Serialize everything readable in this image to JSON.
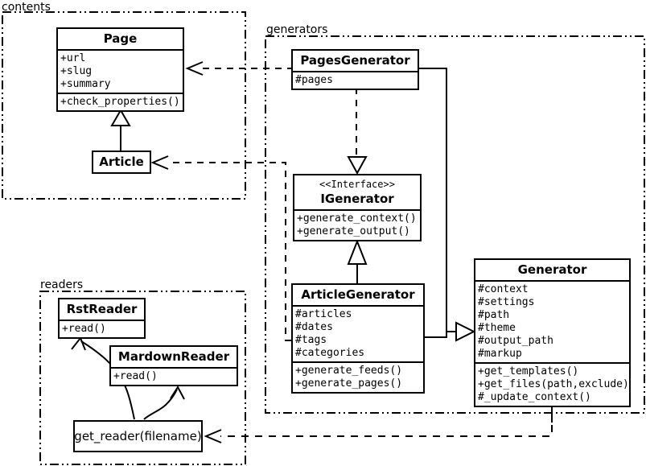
{
  "packages": {
    "contents": {
      "label": "contents"
    },
    "generators": {
      "label": "generators"
    },
    "readers": {
      "label": "readers"
    }
  },
  "classes": {
    "page": {
      "name": "Page",
      "attributes": [
        "+url",
        "+slug",
        "+summary"
      ],
      "methods": [
        "+check_properties()"
      ]
    },
    "article": {
      "name": "Article"
    },
    "pages_generator": {
      "name": "PagesGenerator",
      "attributes": [
        "#pages"
      ]
    },
    "igenerator": {
      "stereotype": "<<Interface>>",
      "name": "IGenerator",
      "methods": [
        "+generate_context()",
        "+generate_output()"
      ]
    },
    "article_generator": {
      "name": "ArticleGenerator",
      "attributes": [
        "#articles",
        "#dates",
        "#tags",
        "#categories"
      ],
      "methods": [
        "+generate_feeds()",
        "+generate_pages()"
      ]
    },
    "generator": {
      "name": "Generator",
      "attributes": [
        "#context",
        "#settings",
        "#path",
        "#theme",
        "#output_path",
        "#markup"
      ],
      "methods": [
        "+get_templates()",
        "+get_files(path,exclude)",
        "#_update_context()"
      ]
    },
    "rst_reader": {
      "name": "RstReader",
      "methods": [
        "+read()"
      ]
    },
    "mardown_reader": {
      "name": "MardownReader",
      "methods": [
        "+read()"
      ]
    },
    "get_reader": {
      "label": "get_reader(filename)"
    }
  },
  "colors": {
    "line": "#000000",
    "background": "#ffffff"
  }
}
